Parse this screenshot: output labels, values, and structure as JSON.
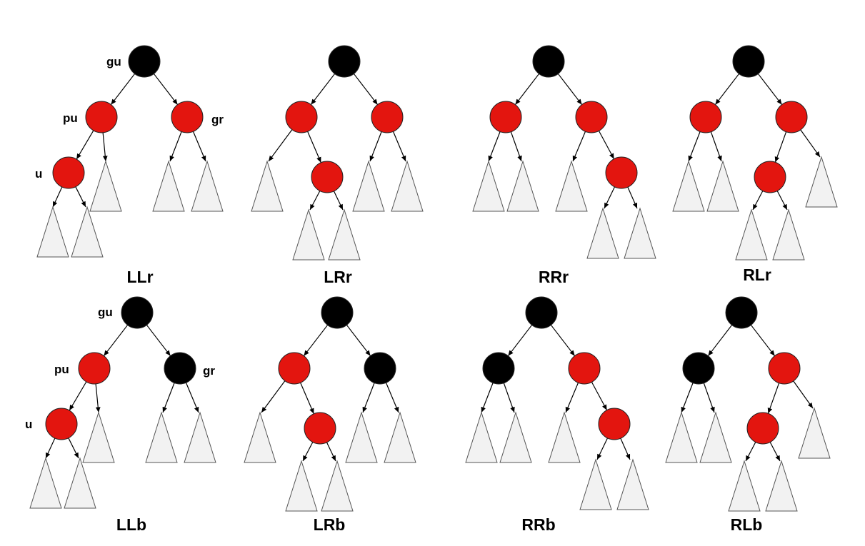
{
  "colors": {
    "red": "#e3150f",
    "black": "#000000",
    "subtree_fill": "#f2f2f2",
    "subtree_stroke": "#555555"
  },
  "node_labels": {
    "gu": "gu",
    "pu": "pu",
    "gr": "gr",
    "u": "u"
  },
  "cases": [
    {
      "id": "LLr",
      "label": "LLr",
      "gr_color": "red"
    },
    {
      "id": "LRr",
      "label": "LRr",
      "gr_color": "red"
    },
    {
      "id": "RRr",
      "label": "RRr",
      "gr_color": "red"
    },
    {
      "id": "RLr",
      "label": "RLr",
      "gr_color": "red"
    },
    {
      "id": "LLb",
      "label": "LLb",
      "gr_color": "black"
    },
    {
      "id": "LRb",
      "label": "LRb",
      "gr_color": "black"
    },
    {
      "id": "RRb",
      "label": "RRb",
      "gr_color": "black"
    },
    {
      "id": "RLb",
      "label": "RLb",
      "gr_color": "black"
    }
  ]
}
